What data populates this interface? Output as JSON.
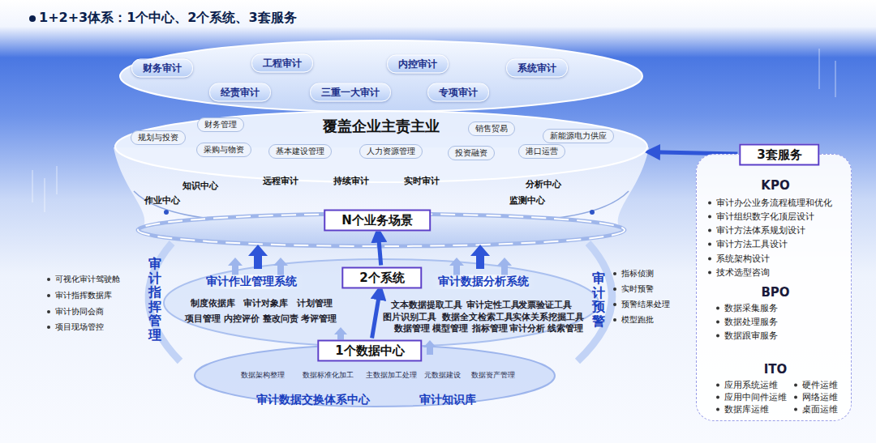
{
  "diagram": {
    "title": "1+2+3体系：1个中心、2个系统、3套服务",
    "nodes": [
      {
        "text": [
          "财务审计"
        ]
      },
      {
        "text": [
          "工程审计"
        ]
      },
      {
        "text": [
          "内控审计"
        ]
      },
      {
        "text": [
          "系统审计"
        ]
      },
      {
        "text": [
          "经责审计"
        ]
      },
      {
        "text": [
          "三重一大审计"
        ]
      },
      {
        "text": [
          "专项审计"
        ]
      },
      {
        "text": [
          "覆盖企业主责主业"
        ]
      },
      {
        "text": [
          "财务管理"
        ],
        "in": 7
      },
      {
        "text": [
          "销售贸易"
        ],
        "in": 7
      },
      {
        "text": [
          "规划与投资"
        ],
        "in": 7
      },
      {
        "text": [
          "新能源电力供应"
        ],
        "in": 7
      },
      {
        "text": [
          "采购与物资"
        ],
        "in": 7
      },
      {
        "text": [
          "基本建设管理"
        ],
        "in": 7
      },
      {
        "text": [
          "人力资源管理"
        ],
        "in": 7
      },
      {
        "text": [
          "投资融资"
        ],
        "in": 7
      },
      {
        "text": [
          "港口运营"
        ],
        "in": 7
      },
      {
        "text": [
          "N个业务场景"
        ]
      },
      {
        "text": [
          "2个系统"
        ]
      },
      {
        "text": [
          "1个数据中心"
        ]
      },
      {
        "text": [
          "KPO",
          "审计办公业务流程梳理和优化",
          "审计组织数字化顶层设计",
          "审计方法体系规划设计",
          "审计方法工具设计",
          "系统架构设计",
          "技术选型咨询",
          "BPO",
          "数据采集服务",
          "数据处理服务",
          "数据跟审服务",
          "ITO",
          "应用系统运维",
          "硬件运维",
          "应用中间件运维",
          "网络运维",
          "数据库运维",
          "桌面运维"
        ]
      },
      {
        "text": [
          "3套服务"
        ],
        "in": 20
      }
    ],
    "edges": [
      {
        "from": 19,
        "to": 18,
        "arrow": "to"
      },
      {
        "from": 18,
        "to": 17,
        "arrow": "to"
      },
      {
        "from": 21,
        "to": 7,
        "arrow": "to"
      }
    ],
    "labels": [
      "知识中心",
      "作业中心",
      "远程审计",
      "持续审计",
      "实时审计",
      "分析中心",
      "监测中心",
      "审计作业管理系统",
      "审计数据分析系统",
      "制度依据库",
      "审计对象库",
      "计划管理",
      "项目管理",
      "内控评价",
      "整改问责",
      "考评管理",
      "文本数据提取工具",
      "审计定性工具",
      "发票验证工具",
      "图片识别工具",
      "数据全文检索工具",
      "实体关系挖掘工具",
      "数据管理",
      "模型管理",
      "指标管理",
      "审计分析",
      "线索管理",
      "数据架构整理",
      "数据标准化加工",
      "主数据加工处理",
      "元数据建设",
      "数据资产管理",
      "审计数据交换体系中心",
      "审计知识库",
      "审计指挥管理",
      "可视化审计驾驶舱",
      "审计指挥数据库",
      "审计协同会商",
      "项目现场管控",
      "审计预警",
      "指标侦测",
      "实时预警",
      "预警结果处理",
      "模型跑批"
    ]
  }
}
